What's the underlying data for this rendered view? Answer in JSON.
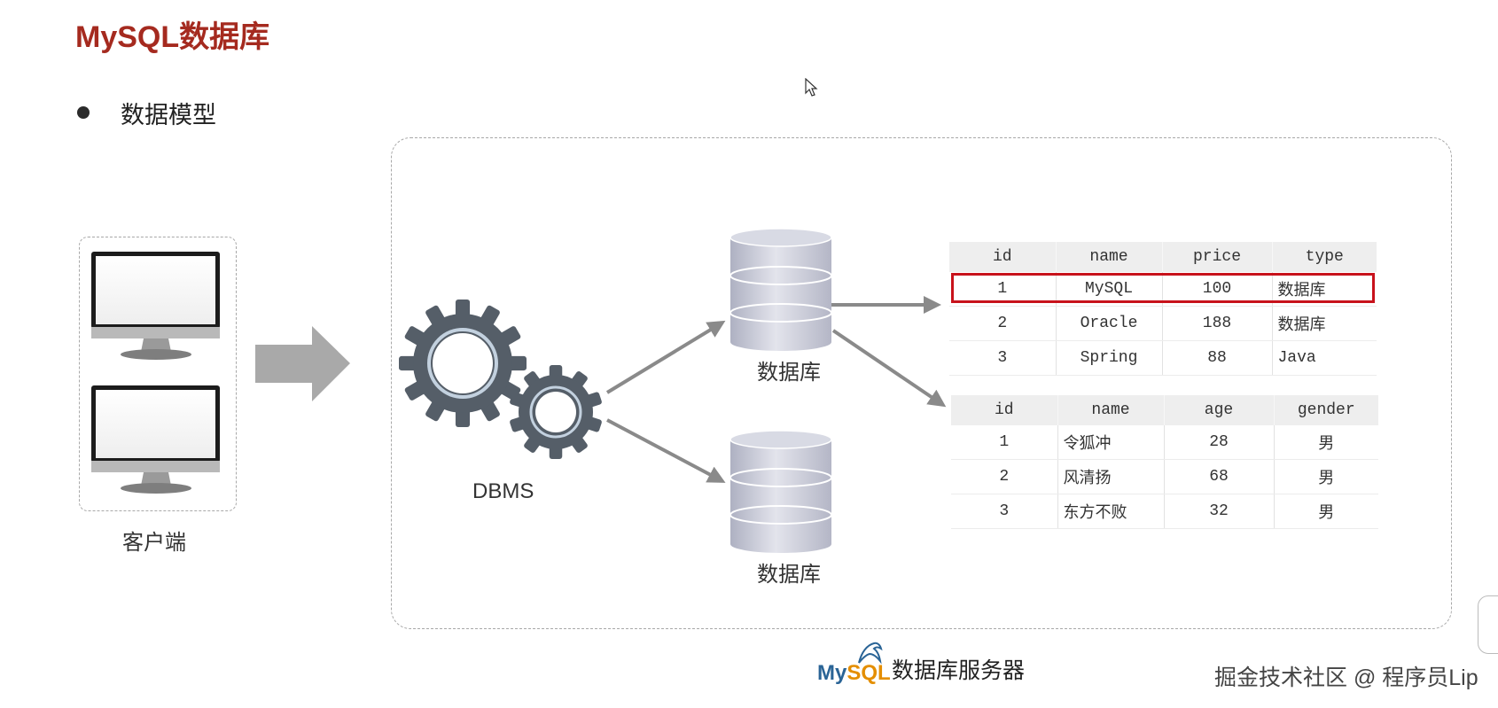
{
  "header": {
    "title": "MySQL数据库"
  },
  "bullet": {
    "text": "数据模型"
  },
  "client": {
    "label": "客户端"
  },
  "dbms": {
    "label": "DBMS"
  },
  "databases": [
    {
      "label": "数据库"
    },
    {
      "label": "数据库"
    }
  ],
  "table_products": {
    "headers": [
      "id",
      "name",
      "price",
      "type"
    ],
    "rows": [
      [
        "1",
        "MySQL",
        "100",
        "数据库"
      ],
      [
        "2",
        "Oracle",
        "188",
        "数据库"
      ],
      [
        "3",
        "Spring",
        "88",
        "Java"
      ]
    ],
    "highlight_row": 1,
    "highlight_color": "#c8121b"
  },
  "table_users": {
    "headers": [
      "id",
      "name",
      "age",
      "gender"
    ],
    "rows": [
      [
        "1",
        "令狐冲",
        "28",
        "男"
      ],
      [
        "2",
        "风清扬",
        "68",
        "男"
      ],
      [
        "3",
        "东方不败",
        "32",
        "男"
      ]
    ]
  },
  "server": {
    "logo_text_my": "My",
    "logo_text_sql": "SQL",
    "label": "数据库服务器"
  },
  "watermark": {
    "text": "掘金技术社区 @ 程序员Lip"
  },
  "colors": {
    "title": "#a52a1f",
    "gear": "#555e68",
    "arrow": "#8a8a8a",
    "cylinder": "#c9cbd6"
  },
  "icons": [
    "monitor-icon",
    "arrow-right-icon",
    "gear-icon",
    "database-icon",
    "mysql-dolphin-icon",
    "cursor-icon"
  ]
}
